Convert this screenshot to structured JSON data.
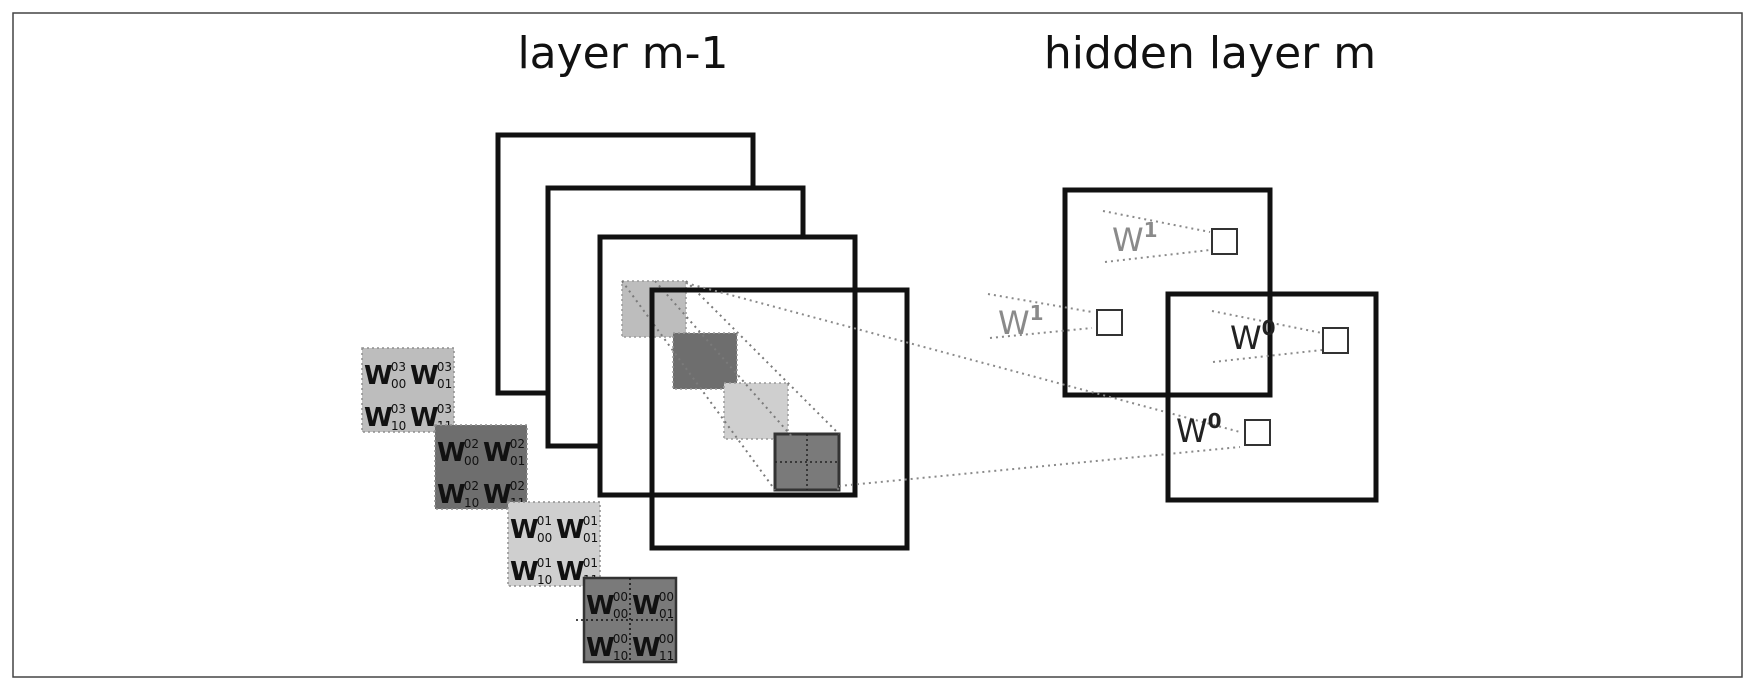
{
  "titles": {
    "left": "layer m-1",
    "right": "hidden layer m"
  },
  "weight_labels": {
    "w1_upper": "W",
    "w1_upper_sup": "1",
    "w1_lower": "W",
    "w1_lower_sup": "1",
    "w0_upper": "W",
    "w0_upper_sup": "0",
    "w0_lower": "W",
    "w0_lower_sup": "0"
  },
  "kernels": [
    {
      "name": "kernel-03",
      "fill": "#bdbdbd",
      "cells": [
        {
          "w": "W",
          "sup": "03",
          "sub": "00"
        },
        {
          "w": "W",
          "sup": "03",
          "sub": "01"
        },
        {
          "w": "W",
          "sup": "03",
          "sub": "10"
        },
        {
          "w": "W",
          "sup": "03",
          "sub": "11"
        }
      ]
    },
    {
      "name": "kernel-02",
      "fill": "#6e6e6e",
      "cells": [
        {
          "w": "W",
          "sup": "02",
          "sub": "00"
        },
        {
          "w": "W",
          "sup": "02",
          "sub": "01"
        },
        {
          "w": "W",
          "sup": "02",
          "sub": "10"
        },
        {
          "w": "W",
          "sup": "02",
          "sub": "11"
        }
      ]
    },
    {
      "name": "kernel-01",
      "fill": "#cfcfcf",
      "cells": [
        {
          "w": "W",
          "sup": "01",
          "sub": "00"
        },
        {
          "w": "W",
          "sup": "01",
          "sub": "01"
        },
        {
          "w": "W",
          "sup": "01",
          "sub": "10"
        },
        {
          "w": "W",
          "sup": "01",
          "sub": "11"
        }
      ]
    },
    {
      "name": "kernel-00",
      "fill": "#7a7a7a",
      "cells": [
        {
          "w": "W",
          "sup": "00",
          "sub": "00"
        },
        {
          "w": "W",
          "sup": "00",
          "sub": "01"
        },
        {
          "w": "W",
          "sup": "00",
          "sub": "10"
        },
        {
          "w": "W",
          "sup": "00",
          "sub": "11"
        }
      ]
    }
  ],
  "patch_fills": [
    "#bdbdbd",
    "#6e6e6e",
    "#cfcfcf",
    "#7a7a7a"
  ],
  "colors": {
    "frame": "#111111",
    "border": "#444444",
    "dotted": "#8a8a8a",
    "label_w1": "#8a8a8a",
    "label_w0": "#222222"
  }
}
